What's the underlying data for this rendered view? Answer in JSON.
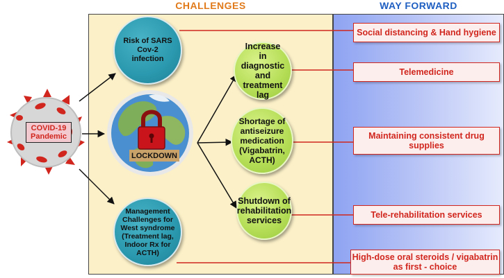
{
  "headers": {
    "challenges": "CHALLENGES",
    "way_forward": "WAY FORWARD"
  },
  "covid": {
    "label": "COVID-19 Pandemic"
  },
  "lockdown": {
    "label": "LOCKDOWN"
  },
  "challenges": {
    "sars": "Risk of SARS Cov-2 infection",
    "management": "Management Challenges for West syndrome (Treatment lag, Indoor Rx for ACTH)",
    "diagnostic": "Increase in diagnostic and treatment lag",
    "antiseizure": "Shortage of antiseizure medication (Vigabatrin, ACTH)",
    "rehab": "Shutdown of rehabilitation services"
  },
  "way_forward": {
    "social": "Social distancing & Hand hygiene",
    "tele": "Telemedicine",
    "drug": "Maintaining consistent drug supplies",
    "telerehab": "Tele-rehabilitation services",
    "steroids": "High-dose oral steroids / vigabatrin as first - choice"
  },
  "colors": {
    "challenges_header": "#e07a1a",
    "way_forward_header": "#1f5fc2",
    "connector": "#d0261d",
    "arrow": "#111111"
  },
  "icons": [
    "virus-icon",
    "globe-icon",
    "padlock-icon"
  ]
}
